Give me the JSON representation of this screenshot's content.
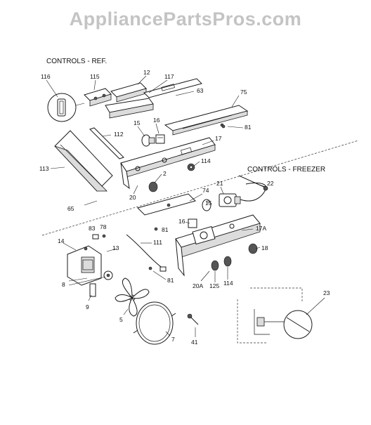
{
  "watermark": "AppliancePartsPros.com",
  "sections": {
    "ref": "CONTROLS - REF.",
    "freezer": "CONTROLS - FREEZER"
  },
  "callouts": {
    "c116": "116",
    "c115": "115",
    "c12": "12",
    "c117": "117",
    "c63": "63",
    "c75": "75",
    "c81a": "81",
    "c15a": "15",
    "c16a": "16",
    "c112": "112",
    "c17": "17",
    "c113": "113",
    "c114a": "114",
    "c2": "2",
    "c20": "20",
    "c65": "65",
    "c74": "74",
    "c21": "21",
    "c22": "22",
    "c15b": "15",
    "c16b": "16",
    "c81b": "81",
    "c83": "83",
    "c78": "78",
    "c17a": "17A",
    "c14": "14",
    "c13": "13",
    "c111": "111",
    "c18": "18",
    "c81c": "81",
    "c8": "8",
    "c9": "9",
    "c5": "5",
    "c20a": "20A",
    "c125": "125",
    "c114b": "114",
    "c23": "23",
    "c7": "7",
    "c41": "41"
  }
}
